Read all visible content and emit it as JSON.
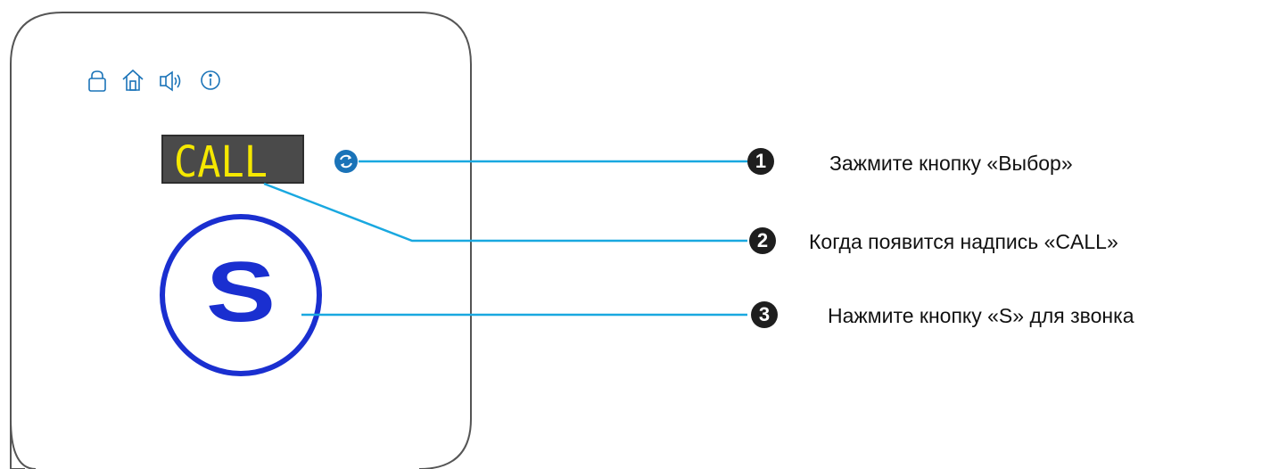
{
  "display": {
    "text": "CALL"
  },
  "button_s": {
    "letter": "S"
  },
  "steps": [
    {
      "number": "1",
      "label": "Зажмите кнопку «Выбор»"
    },
    {
      "number": "2",
      "label": "Когда появится надпись «CALL»"
    },
    {
      "number": "3",
      "label": "Нажмите кнопку «S»  для звонка"
    }
  ],
  "status_icons": [
    "lock-icon",
    "home-icon",
    "speaker-icon",
    "info-icon"
  ],
  "colors": {
    "panel_outline": "#555555",
    "icon_blue": "#1a73b8",
    "display_bg": "#4a4a4a",
    "display_text": "#f5e800",
    "s_button": "#1a2fd0",
    "leader_line": "#19a8e0",
    "step_badge": "#1e1e1e"
  }
}
